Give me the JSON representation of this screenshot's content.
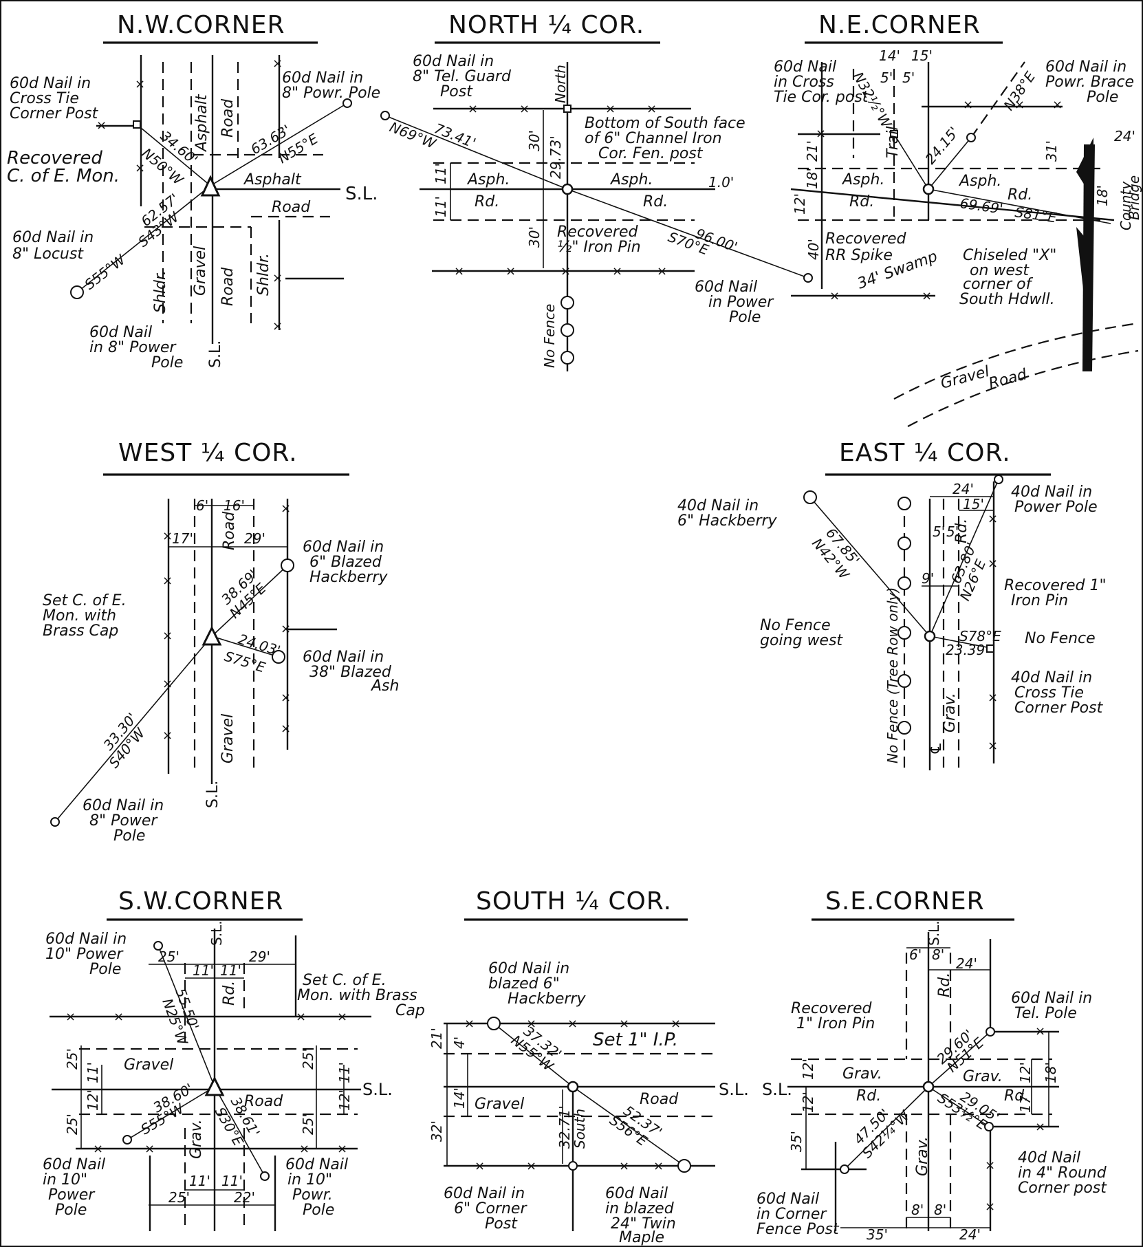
{
  "panels": {
    "nw": {
      "title": "N.W.CORNER",
      "labels": [
        "60d Nail in",
        "Cross Tie",
        "Corner Post",
        "Recovered",
        "C. of E. Mon.",
        "60d Nail in",
        "8\" Powr. Pole",
        "60d Nail in",
        "8\" Locust",
        "60d Nail",
        "in 8\" Power",
        "Pole",
        "Asphalt",
        "Road",
        "Asphalt",
        "S.L.",
        "Road",
        "Gravel",
        "Road",
        "Shldr.",
        "Shldr.",
        "S.L."
      ],
      "dims": [
        "34.60'",
        "N50°W",
        "63.63'",
        "N55°E",
        "62.57'",
        "S55°W",
        "S43°W"
      ]
    },
    "north": {
      "title": "NORTH ¼ COR.",
      "labels": [
        "60d Nail in",
        "8\" Tel. Guard",
        "Post",
        "North",
        "Bottom of South face",
        "of 6\" Channel Iron",
        "Cor. Fen. post",
        "Asph.",
        "Rd.",
        "Asph.",
        "Rd.",
        "Recovered",
        "½\" Iron Pin",
        "60d Nail",
        "in Power",
        "Pole",
        "No Fence"
      ],
      "dims": [
        "N69°W",
        "73.41'",
        "30'",
        "29.73'",
        "11'",
        "11'",
        "1.0'",
        "30'",
        "96.00'",
        "S70°E"
      ]
    },
    "ne": {
      "title": "N.E.CORNER",
      "labels": [
        "60d Nail",
        "in Cross",
        "Tie Cor. post",
        "60d Nail in",
        "Powr. Brace",
        "Pole",
        "Asph.",
        "Rd.",
        "Asph.",
        "Rd.",
        "Recovered",
        "RR Spike",
        "Chiseled \"X\"",
        "on west",
        "corner of",
        "South Hdwll.",
        "County",
        "Bridge",
        "34' Swamp",
        "Trail",
        "Gravel",
        "Road"
      ],
      "dims": [
        "14'",
        "15'",
        "5'",
        "5'",
        "N38°E",
        "21'",
        "18'",
        "12'",
        "40'",
        "31'",
        "24'",
        "18'",
        "69.69'",
        "S81°E",
        "N32½°W",
        "24.15'"
      ]
    },
    "west": {
      "title": "WEST ¼ COR.",
      "labels": [
        "Set C. of E.",
        "Mon. with",
        "Brass Cap",
        "60d Nail in",
        "6\" Blazed",
        "Hackberry",
        "60d Nail in",
        "38\" Blazed",
        "Ash",
        "60d Nail in",
        "8\" Power",
        "Pole",
        "Road",
        "Gravel",
        "S.L."
      ],
      "dims": [
        "6'",
        "16'",
        "17'",
        "29'",
        "38.69'",
        "N45°E",
        "24.03'",
        "S75°E",
        "33.30'",
        "S40°W"
      ]
    },
    "east": {
      "title": "EAST ¼ COR.",
      "labels": [
        "40d Nail in",
        "6\" Hackberry",
        "40d Nail in",
        "Power Pole",
        "Recovered 1\"",
        "Iron Pin",
        "No Fence",
        "going west",
        "No Fence",
        "40d Nail in",
        "Cross Tie",
        "Corner Post",
        "No Fence (Tree Row only)",
        "Rd.",
        "Grav.",
        "℄"
      ],
      "dims": [
        "67.85'",
        "N42°W",
        "24'",
        "15'",
        "5'",
        "5'",
        "9'",
        "63.80'",
        "N26°E",
        "S78°E",
        "23.39'"
      ]
    },
    "sw": {
      "title": "S.W.CORNER",
      "labels": [
        "60d Nail in",
        "10\" Power",
        "Pole",
        "Set C. of E.",
        "Mon. with Brass",
        "Cap",
        "Gravel",
        "Road",
        "Rd.",
        "Grav.",
        "S.L.",
        "S.L.",
        "60d Nail",
        "in 10\"",
        "Power",
        "Pole",
        "60d Nail",
        "in 10\"",
        "Powr.",
        "Pole"
      ],
      "dims": [
        "25'",
        "11'",
        "11'",
        "29'",
        "55.50'",
        "N25°W",
        "25'",
        "11'",
        "12'",
        "25'",
        "25'",
        "11'",
        "12'",
        "25'",
        "38.60'",
        "S55°W",
        "38.61'",
        "S30°E",
        "11'",
        "11'",
        "25'",
        "22'"
      ]
    },
    "south": {
      "title": "SOUTH ¼ COR.",
      "labels": [
        "60d Nail in",
        "blazed 6\"",
        "Hackberry",
        "Set 1\" I.P.",
        "Gravel",
        "Road",
        "S.L.",
        "South",
        "60d Nail in",
        "6\" Corner",
        "Post",
        "60d Nail",
        "in blazed",
        "24\" Twin",
        "Maple"
      ],
      "dims": [
        "21'",
        "4'",
        "14'",
        "32'",
        "37.32'",
        "N55°W",
        "32.71'",
        "52.37'",
        "S56°E"
      ]
    },
    "se": {
      "title": "S.E.CORNER",
      "labels": [
        "Recovered",
        "1\" Iron Pin",
        "60d Nail in",
        "Tel. Pole",
        "Grav.",
        "Rd.",
        "Grav.",
        "Rd.",
        "Rd.",
        "S.L.",
        "S.L.",
        "60d Nail",
        "in Corner",
        "Fence Post",
        "40d Nail",
        "in 4\" Round",
        "Corner post",
        "Grav."
      ],
      "dims": [
        "6'",
        "8'",
        "24'",
        "29.60'",
        "N51°E",
        "12'",
        "12'",
        "18'",
        "12'",
        "17'",
        "29.05'",
        "S53½°E",
        "35'",
        "47.50'",
        "S42¼°W",
        "35'",
        "8'",
        "8'",
        "24'"
      ]
    }
  }
}
